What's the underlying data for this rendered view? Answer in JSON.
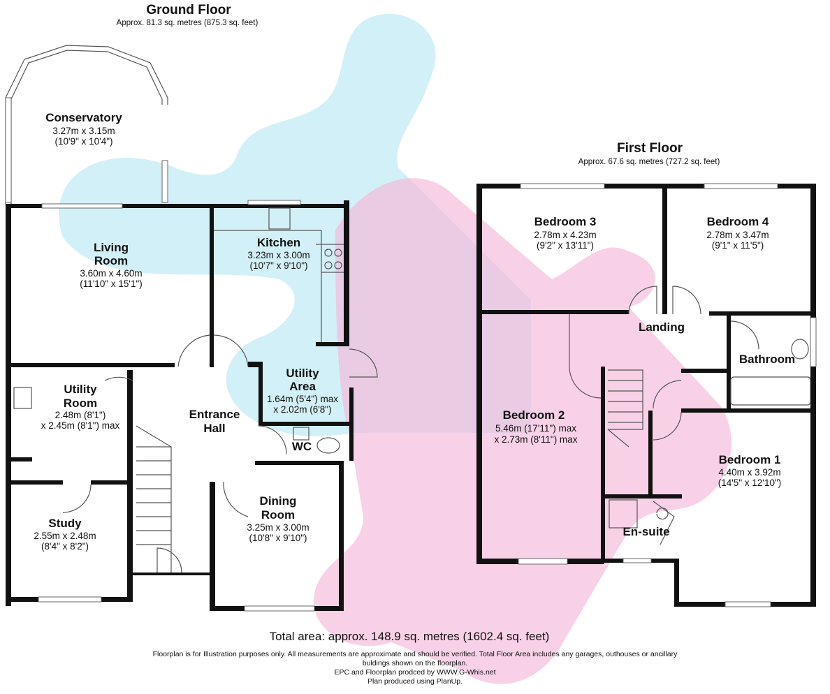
{
  "ground_floor": {
    "title": "Ground Floor",
    "area": "Approx. 81.3 sq. metres (875.3 sq. feet)",
    "rooms": [
      {
        "name_lines": [
          "Conservatory"
        ],
        "dims": [
          "3.27m x 3.15m",
          "(10'9\" x 10'4\")"
        ]
      },
      {
        "name_lines": [
          "Living",
          "Room"
        ],
        "dims": [
          "3.60m x 4.60m",
          "(11'10\" x 15'1\")"
        ]
      },
      {
        "name_lines": [
          "Kitchen"
        ],
        "dims": [
          "3.23m x 3.00m",
          "(10'7\" x 9'10\")"
        ]
      },
      {
        "name_lines": [
          "Utility",
          "Area"
        ],
        "dims": [
          "1.64m (5'4\") max",
          "x 2.02m (6'8\")"
        ]
      },
      {
        "name_lines": [
          "Utility",
          "Room"
        ],
        "dims": [
          "2.48m (8'1\")",
          "x 2.45m (8'1\") max"
        ]
      },
      {
        "name_lines": [
          "Entrance",
          "Hall"
        ],
        "dims": []
      },
      {
        "name_lines": [
          "WC"
        ],
        "dims": []
      },
      {
        "name_lines": [
          "Dining",
          "Room"
        ],
        "dims": [
          "3.25m x 3.00m",
          "(10'8\" x 9'10\")"
        ]
      },
      {
        "name_lines": [
          "Study"
        ],
        "dims": [
          "2.55m x 2.48m",
          "(8'4\" x 8'2\")"
        ]
      }
    ]
  },
  "first_floor": {
    "title": "First Floor",
    "area": "Approx. 67.6 sq. metres (727.2 sq. feet)",
    "rooms": [
      {
        "name_lines": [
          "Bedroom 3"
        ],
        "dims": [
          "2.78m x 4.23m",
          "(9'2\" x 13'11\")"
        ]
      },
      {
        "name_lines": [
          "Bedroom 4"
        ],
        "dims": [
          "2.78m x 3.47m",
          "(9'1\" x 11'5\")"
        ]
      },
      {
        "name_lines": [
          "Landing"
        ],
        "dims": []
      },
      {
        "name_lines": [
          "Bathroom"
        ],
        "dims": []
      },
      {
        "name_lines": [
          "Bedroom 2"
        ],
        "dims": [
          "5.46m (17'11\") max",
          "x 2.73m (8'11\") max"
        ]
      },
      {
        "name_lines": [
          "Bedroom 1"
        ],
        "dims": [
          "4.40m x 3.92m",
          "(14'5\" x 12'10\")"
        ]
      },
      {
        "name_lines": [
          "En-suite"
        ],
        "dims": []
      }
    ]
  },
  "footer": {
    "total": "Total area: approx. 148.9 sq. metres (1602.4 sq. feet)",
    "disclaimer_lines": [
      "Floorplan is for Illustration purposes only. All measurements are approximate and should be verified. Total Floor Area includes any garages, outhouses or ancillary",
      "buldings shown on the floorplan.",
      "EPC and Floorplan prodced by WWW.G-Whis.net",
      "Plan produced using PlanUp."
    ]
  },
  "colors": {
    "wall": "#111111",
    "watermark_cyan": "#bfeaf4",
    "watermark_pink": "#f6b9d8"
  }
}
